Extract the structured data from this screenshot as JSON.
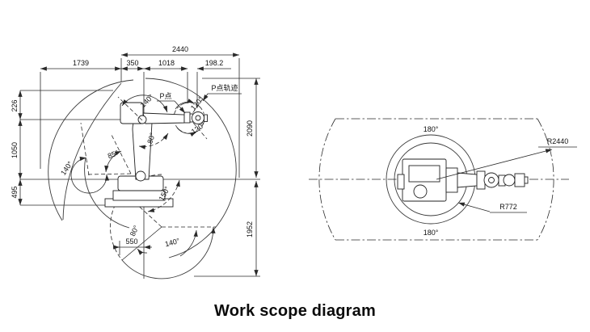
{
  "title": "Work scope diagram",
  "side": {
    "dim_2440": "2440",
    "dim_1739": "1739",
    "dim_350": "350",
    "dim_1018": "1018",
    "dim_198_2": "198.2",
    "dim_2090": "2090",
    "dim_1952": "1952",
    "dim_226": "226",
    "dim_1050": "1050",
    "dim_495": "495",
    "dim_550": "550",
    "angle_shoulder_140": "140°",
    "angle_wrist_120_upper": "120°",
    "angle_wrist_120_lower": "120°",
    "angle_elbow_80": "80°",
    "angle_85": "85°",
    "angle_left_140": "140°",
    "angle_150": "150°",
    "angle_base_80": "80°",
    "angle_bottom_140": "140°",
    "label_p_point": "P点",
    "label_p_trace": "P点轨迹"
  },
  "top": {
    "angle_180_top": "180°",
    "angle_180_bottom": "180°",
    "radius_outer": "R2440",
    "radius_inner": "R772"
  },
  "colors": {
    "line": "#2a2a2a",
    "text": "#111111",
    "background": "#ffffff"
  }
}
